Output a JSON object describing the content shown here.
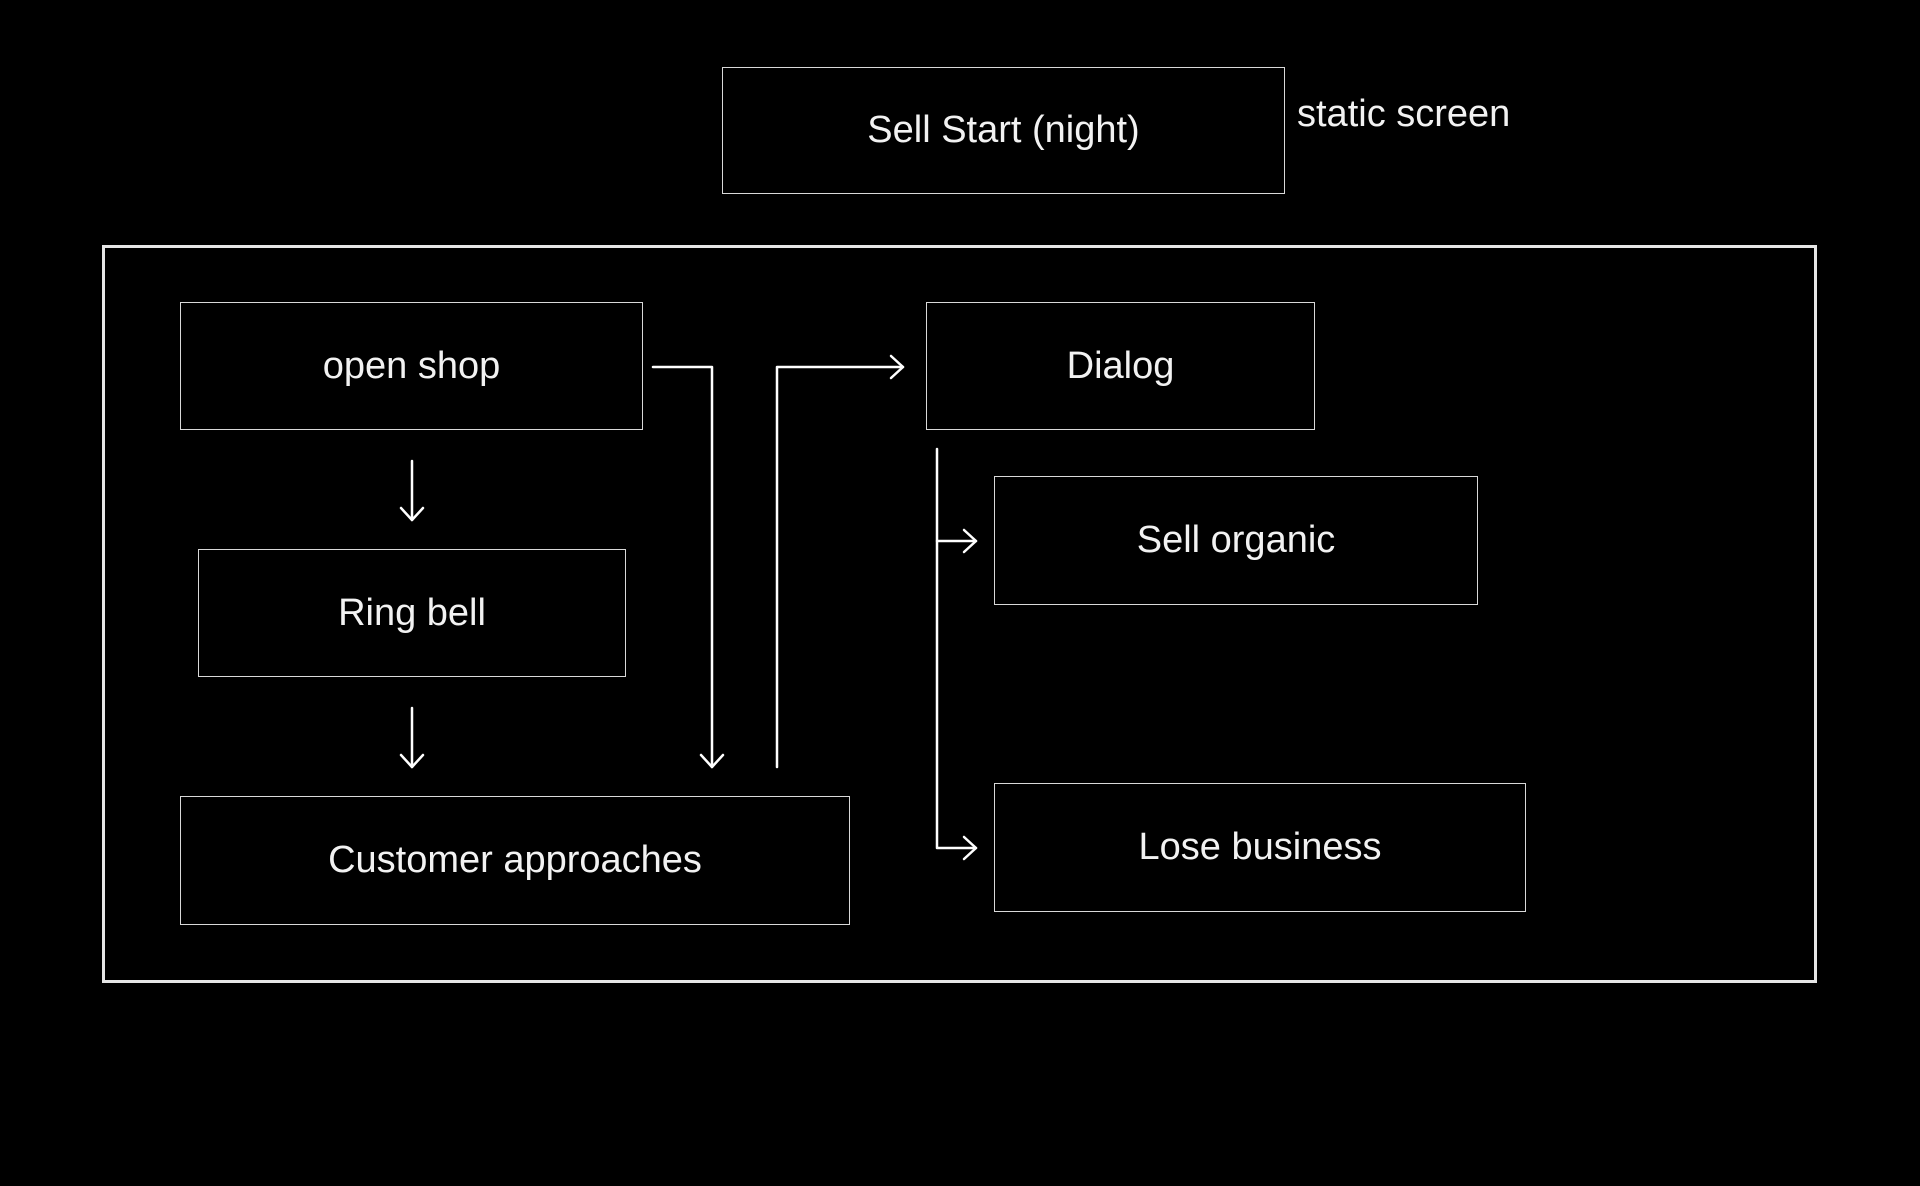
{
  "diagram": {
    "header_node": "Sell Start (night)",
    "header_note": "static screen",
    "nodes": {
      "open_shop": "open shop",
      "ring_bell": "Ring bell",
      "customer_approaches": "Customer approaches",
      "dialog": "Dialog",
      "sell_organic": "Sell organic",
      "lose_business": "Lose business"
    },
    "colors": {
      "background": "#000000",
      "stroke": "#ffffff",
      "text": "#f2f2f2"
    }
  }
}
